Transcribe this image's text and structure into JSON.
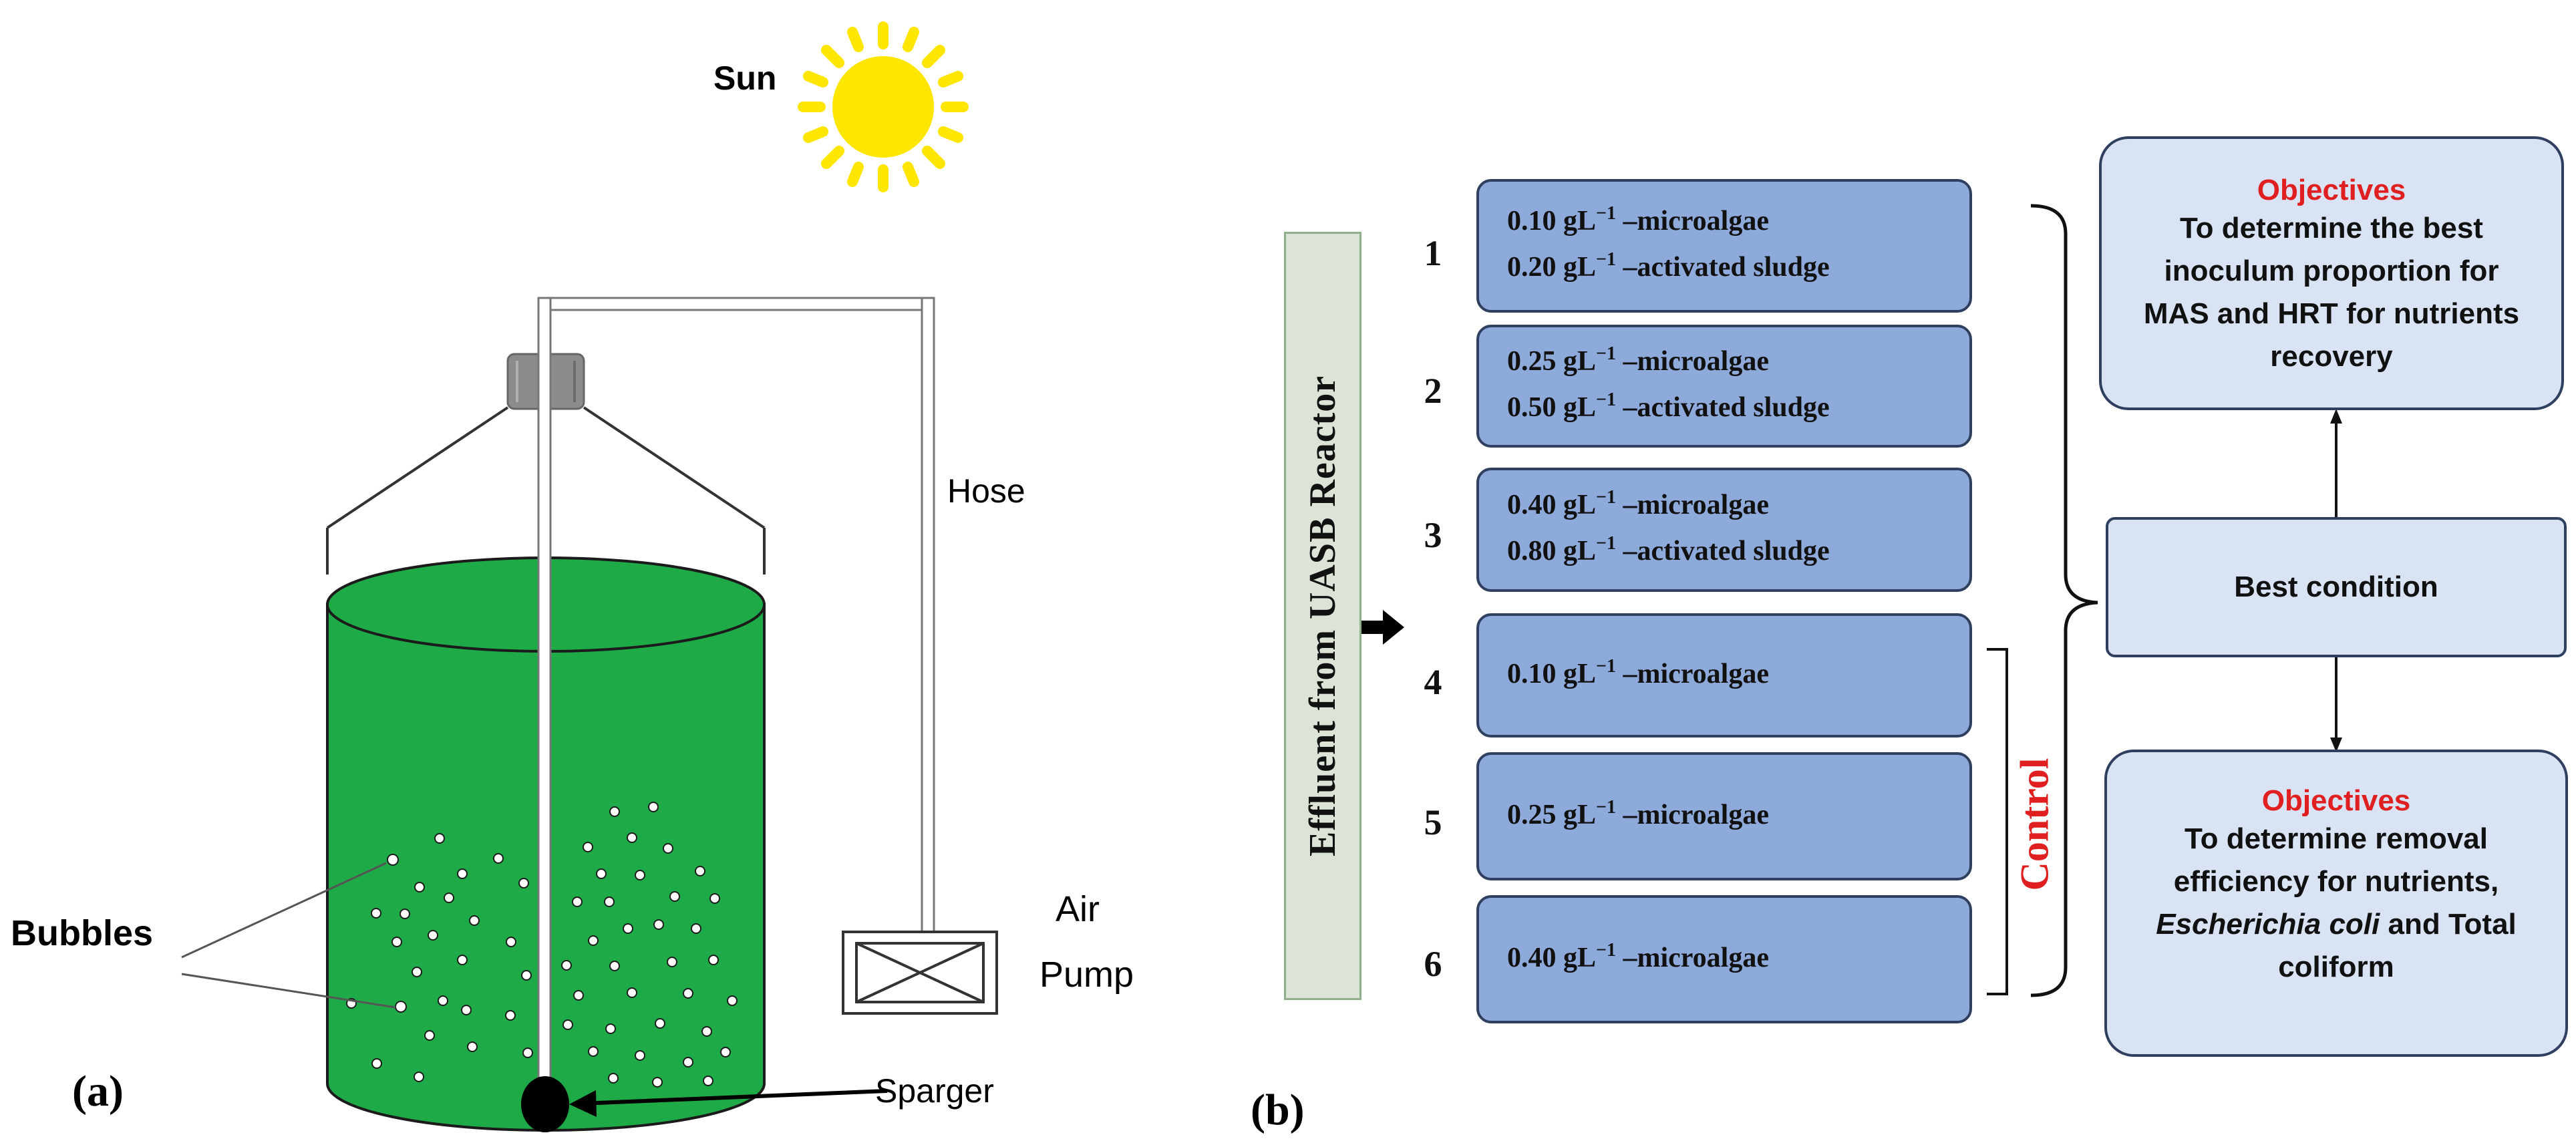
{
  "panel_a": {
    "label": "(a)",
    "sun_label": "Sun",
    "hose_label": "Hose",
    "air_pump_label_line1": "Air",
    "air_pump_label_line2": "Pump",
    "bubbles_label": "Bubbles",
    "sparger_label": "Sparger",
    "liquid_color": "#1faa48",
    "sun_color": "#ffe600"
  },
  "panel_b": {
    "label": "(b)",
    "effluent_label": "Effluent  from UASB Reactor",
    "conditions": [
      {
        "number": "1",
        "line1": "0.10 gL",
        "line1_suffix": " –microalgae",
        "line2": "0.20 gL",
        "line2_suffix": " –activated sludge"
      },
      {
        "number": "2",
        "line1": "0.25 gL",
        "line1_suffix": " –microalgae",
        "line2": "0.50 gL",
        "line2_suffix": " –activated sludge"
      },
      {
        "number": "3",
        "line1": "0.40 gL",
        "line1_suffix": " –microalgae",
        "line2": "0.80 gL",
        "line2_suffix": " –activated sludge"
      },
      {
        "number": "4",
        "line1": "0.10 gL",
        "line1_suffix": " –microalgae"
      },
      {
        "number": "5",
        "line1": "0.25 gL",
        "line1_suffix": " –microalgae"
      },
      {
        "number": "6",
        "line1": "0.40 gL",
        "line1_suffix": " –microalgae"
      }
    ],
    "exponent": "−1",
    "control_label": "Control",
    "best_condition_label": "Best condition",
    "objective_top": {
      "title": "Objectives",
      "text": "To determine the best inoculum proportion for MAS and HRT for nutrients recovery",
      "lines": [
        "To determine the best",
        "inoculum proportion for",
        "MAS and HRT for nutrients",
        "recovery"
      ]
    },
    "objective_bottom": {
      "title": "Objectives",
      "lines": [
        "To determine removal",
        "efficiency for nutrients,"
      ],
      "italic_part": "Escherichia coli",
      "tail_part": " and Total",
      "last_line": "coliform"
    },
    "box_fill": "#8eaadb",
    "objective_fill": "#dae3f3",
    "accent_red": "#e02020"
  }
}
